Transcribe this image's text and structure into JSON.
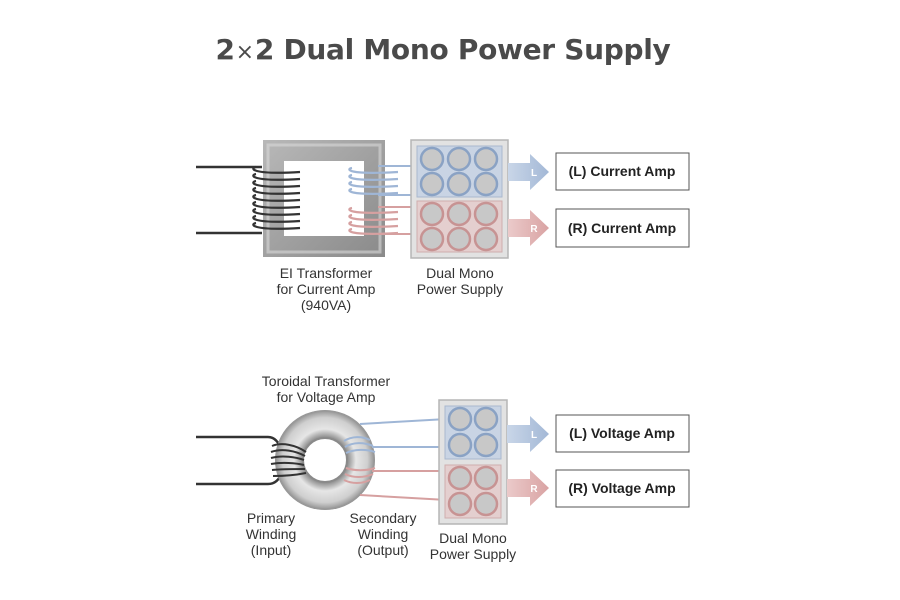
{
  "title": {
    "num_a": "2",
    "times": "×",
    "num_b": "2",
    "text": "Dual Mono Power Supply"
  },
  "current_section": {
    "transformer_caption": [
      "EI Transformer",
      "for Current Amp",
      "(940VA)"
    ],
    "supply_caption": [
      "Dual Mono",
      "Power Supply"
    ],
    "left_channel": "L",
    "right_channel": "R",
    "left_output": "(L) Current Amp",
    "right_output": "(R) Current Amp"
  },
  "voltage_section": {
    "transformer_caption": [
      "Toroidal Transformer",
      "for Voltage Amp"
    ],
    "primary_caption": [
      "Primary",
      "Winding",
      "(Input)"
    ],
    "secondary_caption": [
      "Secondary",
      "Winding",
      "(Output)"
    ],
    "supply_caption": [
      "Dual Mono",
      "Power Supply"
    ],
    "left_channel": "L",
    "right_channel": "R",
    "left_output": "(L) Voltage Amp",
    "right_output": "(R) Voltage Amp"
  },
  "colors": {
    "left_channel": "#a8bcd8",
    "right_channel": "#dca8a8",
    "core": "#9a9a9a",
    "wire": "#333333"
  }
}
